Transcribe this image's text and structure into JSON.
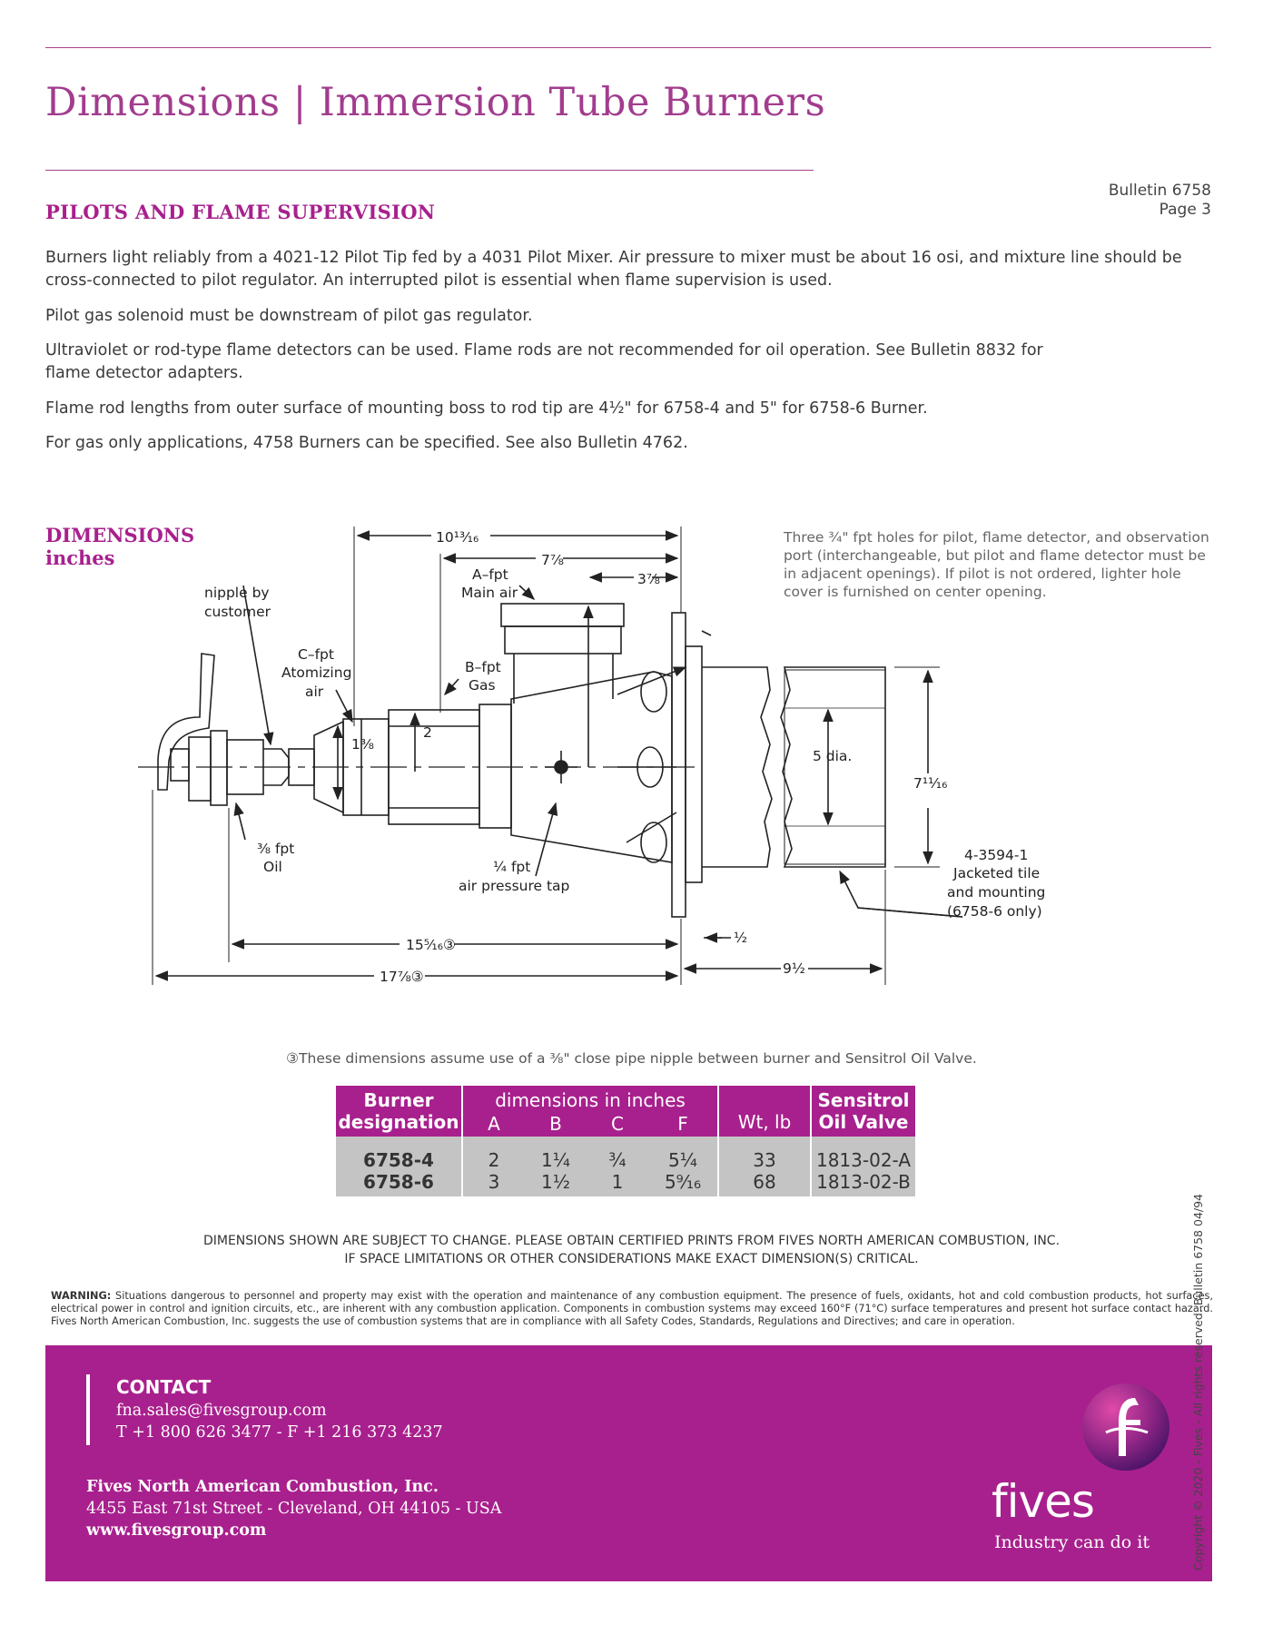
{
  "header": {
    "title": "Dimensions | Immersion Tube Burners",
    "section_title": "PILOTS AND FLAME SUPERVISION",
    "bulletin": "Bulletin 6758",
    "page": "Page 3"
  },
  "intro": {
    "p1": "Burners light reliably from a 4021-12 Pilot Tip fed by a 4031 Pilot Mixer. Air pressure to mixer must be about 16 osi, and mixture line should be cross-connected to pilot regulator. An interrupted pilot is essential when flame supervision is used.",
    "p2": "Pilot gas solenoid must be downstream of pilot gas regulator.",
    "p3": "Ultraviolet or rod-type flame detectors can be used. Flame rods are not recommended for oil operation. See Bulletin 8832 for flame detector adapters.",
    "p4": "Flame rod lengths from outer surface of mounting boss to rod tip are 4½\" for 6758-4 and 5\" for 6758-6 Burner.",
    "p5": "For gas only applications, 4758 Burners can be specified. See also Bulletin 4762."
  },
  "dimensions": {
    "heading": "DIMENSIONS",
    "units": "inches",
    "note": "Three ¾\" fpt holes for pilot, flame detector, and observation port (interchangeable, but pilot and flame detector must be in adjacent openings). If pilot is not ordered, lighter hole cover is furnished on center opening.",
    "drawing": {
      "dim_overall_top": "10¹³⁄₁₆",
      "dim_mid_top": "7⅞",
      "dim_short_top": "3⅞",
      "label_a": "A–fpt",
      "label_a2": "Main air",
      "label_nipple": "nipple by",
      "label_nipple2": "customer",
      "label_c": "C–fpt",
      "label_c2": "Atomizing",
      "label_c3": "air",
      "label_b": "B–fpt",
      "label_b2": "Gas",
      "dim_c": "1⅜",
      "dim_b": "2",
      "label_dia": "5 dia.",
      "dim_tile": "7¹¹⁄₁₆",
      "label_oil": "⅜ fpt",
      "label_oil2": "Oil",
      "label_tap": "¼ fpt",
      "label_tap2": "air pressure tap",
      "label_tile": "4-3594-1",
      "label_tile2": "Jacketed tile",
      "label_tile3": "and mounting",
      "label_tile4": "(6758-6 only)",
      "dim_half": "½",
      "dim_15": "15⁵⁄₁₆③",
      "dim_17": "17⅞③",
      "dim_9": "9½"
    },
    "footnote": "③These dimensions assume use of a ⅜\" close pipe nipple between burner and Sensitrol Oil Valve."
  },
  "table": {
    "h_burner1": "Burner",
    "h_burner2": "designation",
    "h_dims": "dimensions in inches",
    "h_a": "A",
    "h_b": "B",
    "h_c": "C",
    "h_f": "F",
    "h_wt": "Wt, lb",
    "h_valve1": "Sensitrol",
    "h_valve2": "Oil Valve",
    "rows": [
      {
        "burner": "6758-4",
        "a": "2",
        "b": "1¼",
        "c": "¾",
        "f": "5¼",
        "wt": "33",
        "valve": "1813-02-A"
      },
      {
        "burner": "6758-6",
        "a": "3",
        "b": "1½",
        "c": "1",
        "f": "5⁹⁄₁₆",
        "wt": "68",
        "valve": "1813-02-B"
      }
    ]
  },
  "disclaimer": {
    "line1": "DIMENSIONS SHOWN ARE SUBJECT TO CHANGE. PLEASE OBTAIN CERTIFIED PRINTS FROM FIVES NORTH AMERICAN COMBUSTION, INC.",
    "line2": "IF SPACE LIMITATIONS OR OTHER CONSIDERATIONS MAKE EXACT DIMENSION(S) CRITICAL."
  },
  "warning": {
    "label": "WARNING:",
    "text": "Situations dangerous to personnel and property may exist with the operation and maintenance of any combustion equipment. The presence of fuels, oxidants, hot and cold combustion products, hot surfaces, electrical power in control and ignition circuits, etc., are inherent with any combustion application. Components in combustion systems may exceed 160°F (71°C) surface temperatures and present hot surface contact hazard. Fives North American Combustion, Inc. suggests the use of combustion systems that are in compliance with all Safety Codes, Standards, Regulations and Directives; and care in operation."
  },
  "footer": {
    "contact_heading": "CONTACT",
    "email": "fna.sales@fivesgroup.com",
    "phone": "T +1 800 626 3477 - F +1 216 373 4237",
    "company": "Fives North American Combustion, Inc.",
    "address": "4455 East 71st Street - Cleveland, OH 44105 - USA",
    "website": "www.fivesgroup.com",
    "brand": "fives",
    "tagline": "Industry can do it",
    "colors": {
      "magenta": "#a8208d",
      "logo_purple": "#5b1a73"
    }
  },
  "copyright": "Copyright © 2020 - Fives - All rights reserved. Bulletin 6758 04/94"
}
